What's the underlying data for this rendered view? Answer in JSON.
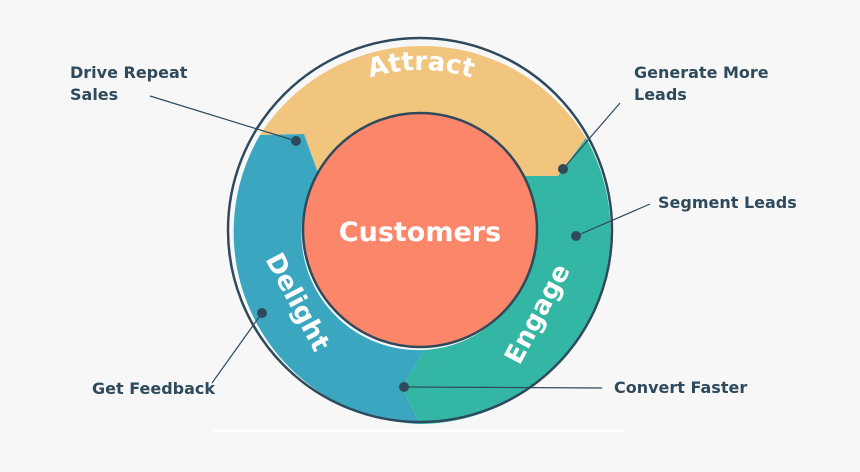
{
  "center": {
    "label": "Customers"
  },
  "segments": {
    "attract": {
      "label": "Attract",
      "color": "#f2c57f"
    },
    "engage": {
      "label": "Engage",
      "color": "#33b6a3"
    },
    "delight": {
      "label": "Delight",
      "color": "#3aa6c0"
    }
  },
  "colors": {
    "center_fill": "#fc866a",
    "outline": "#2e4a5c",
    "text_dark": "#2e4a5c",
    "background": "#f7f7f7"
  },
  "callouts": {
    "drive_repeat": {
      "line1": "Drive Repeat",
      "line2": "Sales"
    },
    "generate_more": {
      "line1": "Generate More",
      "line2": "Leads"
    },
    "segment_leads": {
      "label": "Segment Leads"
    },
    "get_feedback": {
      "label": "Get Feedback"
    },
    "convert_faster": {
      "label": "Convert Faster"
    }
  }
}
